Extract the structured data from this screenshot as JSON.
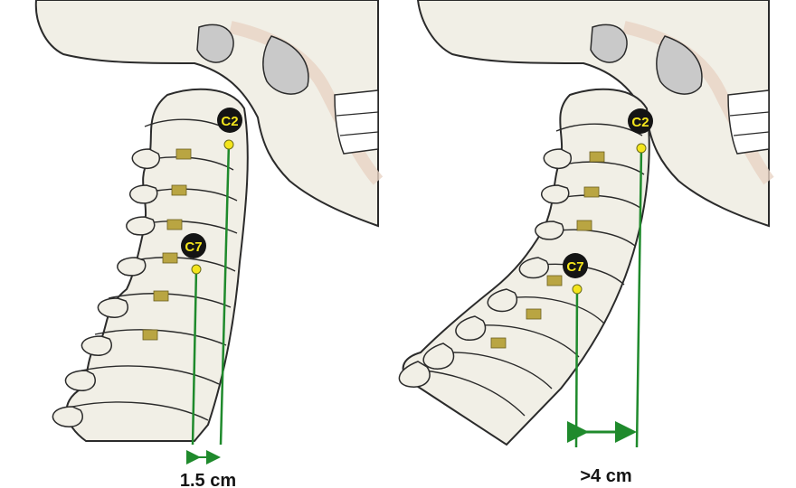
{
  "panels": [
    {
      "upper_marker": "C2",
      "lower_marker": "C7",
      "measurement": "1.5 cm"
    },
    {
      "upper_marker": "C2",
      "lower_marker": "C7",
      "measurement": ">4 cm"
    }
  ],
  "colors": {
    "bone": "#f1efe6",
    "bone_shade": "#c9c9c9",
    "outline": "#2b2b2b",
    "skin_tone": "#e9d3c4",
    "plumb_line": "#1f8a2c",
    "marker_fill": "#141414",
    "marker_text": "#f4e51c",
    "disc_tag": "#b9a542"
  }
}
